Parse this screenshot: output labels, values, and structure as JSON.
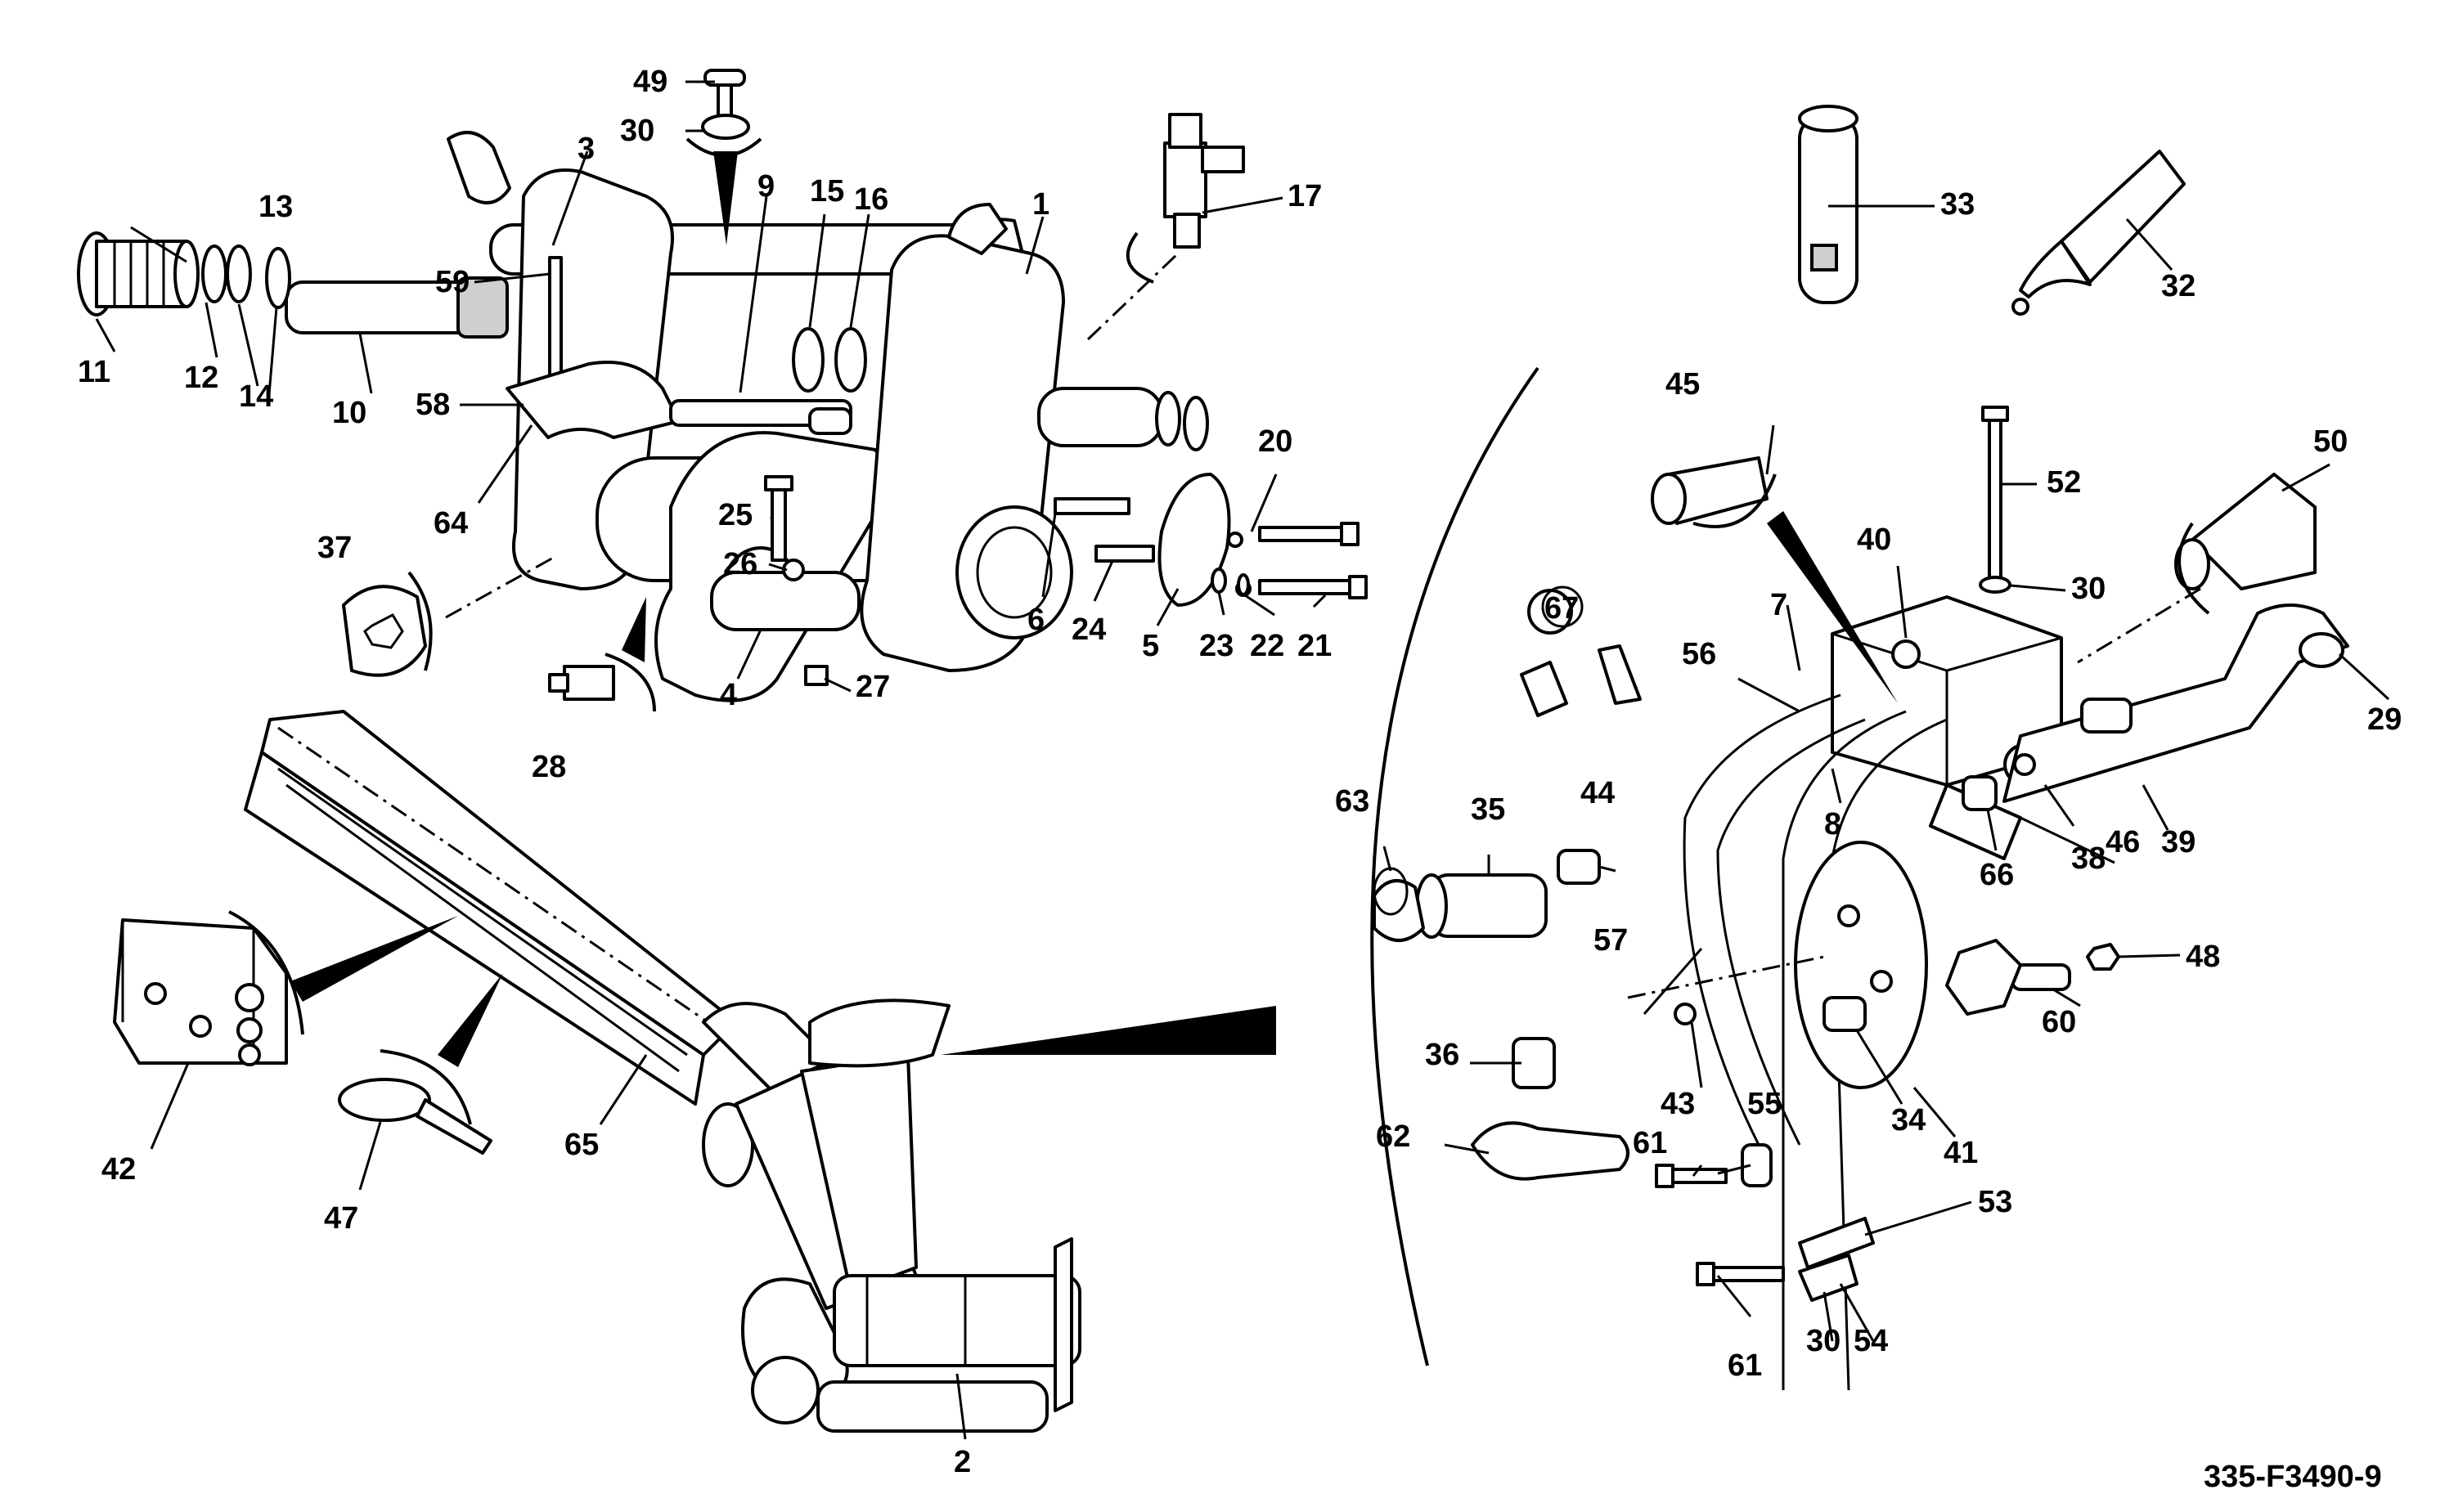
{
  "figure_id": "335-F3490-9",
  "callouts": {
    "c1": "1",
    "c2": "2",
    "c3": "3",
    "c4": "4",
    "c5": "5",
    "c6": "6",
    "c7": "7",
    "c8": "8",
    "c9": "9",
    "c10": "10",
    "c11": "11",
    "c12": "12",
    "c13": "13",
    "c14": "14",
    "c15": "15",
    "c16": "16",
    "c17": "17",
    "c20": "20",
    "c21": "21",
    "c22": "22",
    "c23": "23",
    "c24": "24",
    "c25": "25",
    "c26": "26",
    "c27": "27",
    "c28": "28",
    "c29": "29",
    "c30a": "30",
    "c30b": "30",
    "c30c": "30",
    "c32": "32",
    "c33": "33",
    "c34": "34",
    "c35": "35",
    "c36": "36",
    "c37": "37",
    "c38": "38",
    "c39": "39",
    "c40": "40",
    "c41": "41",
    "c42": "42",
    "c43": "43",
    "c44": "44",
    "c45": "45",
    "c46": "46",
    "c47": "47",
    "c48": "48",
    "c49": "49",
    "c50": "50",
    "c52": "52",
    "c53": "53",
    "c54": "54",
    "c55": "55",
    "c56": "56",
    "c57": "57",
    "c58": "58",
    "c59": "59",
    "c60": "60",
    "c61a": "61",
    "c61b": "61",
    "c62": "62",
    "c63": "63",
    "c64": "64",
    "c65": "65",
    "c66": "66",
    "c67": "67"
  }
}
